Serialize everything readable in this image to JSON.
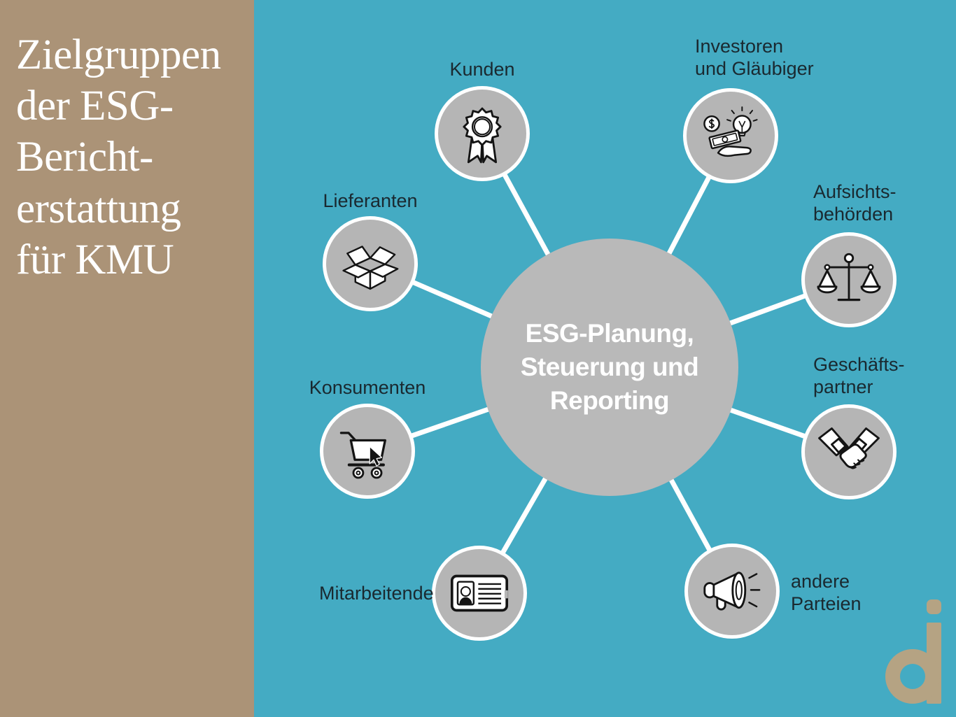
{
  "sidebar": {
    "title_lines": [
      "Zielgruppen",
      "der ESG-",
      "Bericht-",
      "erstattung",
      "für KMU"
    ]
  },
  "diagram": {
    "center_label": "ESG-Planung,\nSteuerung und\nReporting",
    "nodes": [
      {
        "label": "Kunden",
        "icon": "award-ribbon-icon"
      },
      {
        "label": "Investoren\nund Gläubiger",
        "icon": "money-hand-icon"
      },
      {
        "label": "Aufsichts-\nbehörden",
        "icon": "scales-icon"
      },
      {
        "label": "Geschäfts-\npartner",
        "icon": "handshake-icon"
      },
      {
        "label": "andere\nParteien",
        "icon": "megaphone-icon"
      },
      {
        "label": "Mitarbeitende",
        "icon": "id-card-icon"
      },
      {
        "label": "Konsumenten",
        "icon": "shopping-cart-icon"
      },
      {
        "label": "Lieferanten",
        "icon": "open-box-icon"
      }
    ]
  },
  "logo": {
    "letter": "d"
  },
  "colors": {
    "sidebar_bg": "#ab9377",
    "canvas_bg": "#44abc3",
    "center_circle": "#b9b9b9",
    "satellite_circle": "#b5b5b5",
    "spoke": "#ffffff",
    "label_text": "#1a2930",
    "title_text": "#ffffff",
    "logo_tan": "#b5a383"
  }
}
